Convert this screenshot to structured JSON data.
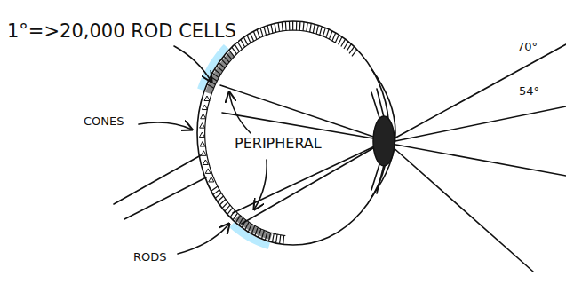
{
  "diagram": {
    "labels": [
      "1°=>20,000 ROD CELLS",
      "CONES",
      "PERIPHERAL",
      "RODS",
      "70°",
      "54°"
    ]
  }
}
